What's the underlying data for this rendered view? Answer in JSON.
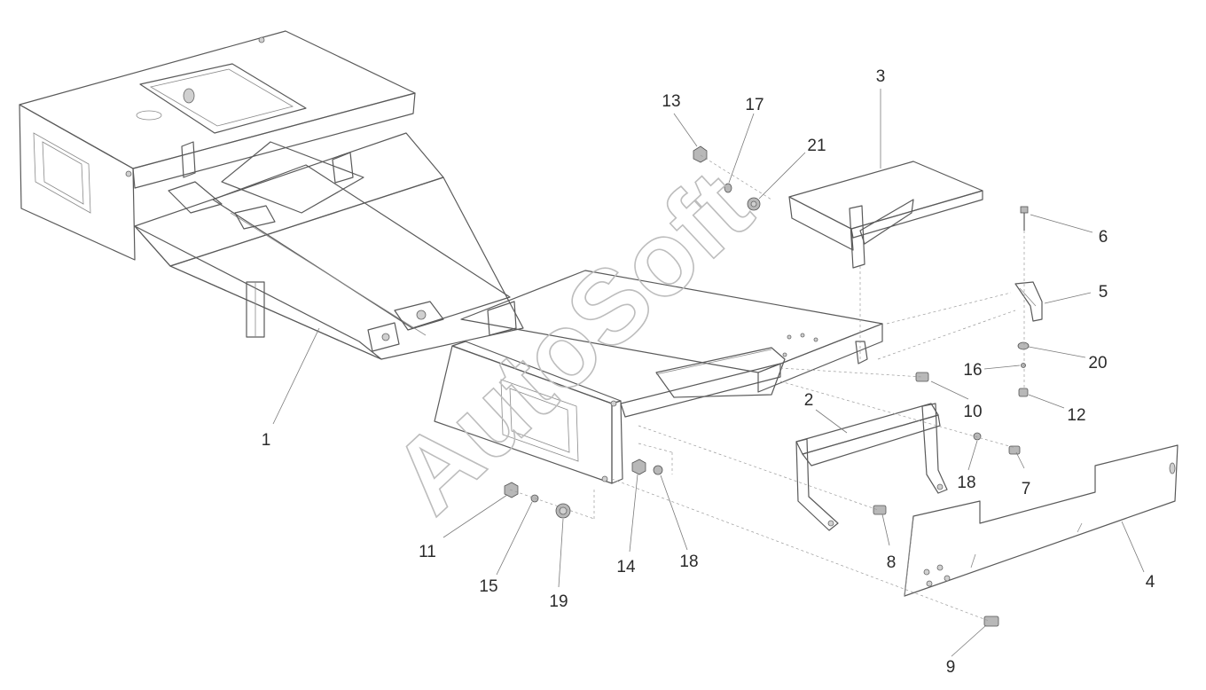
{
  "watermark": "AutoSoft",
  "callouts": [
    {
      "id": "1",
      "label": "1"
    },
    {
      "id": "2",
      "label": "2"
    },
    {
      "id": "3",
      "label": "3"
    },
    {
      "id": "4",
      "label": "4"
    },
    {
      "id": "5",
      "label": "5"
    },
    {
      "id": "6",
      "label": "6"
    },
    {
      "id": "7",
      "label": "7"
    },
    {
      "id": "8",
      "label": "8"
    },
    {
      "id": "9",
      "label": "9"
    },
    {
      "id": "10",
      "label": "10"
    },
    {
      "id": "11",
      "label": "11"
    },
    {
      "id": "12",
      "label": "12"
    },
    {
      "id": "13",
      "label": "13"
    },
    {
      "id": "14",
      "label": "14"
    },
    {
      "id": "15",
      "label": "15"
    },
    {
      "id": "16",
      "label": "16"
    },
    {
      "id": "17",
      "label": "17"
    },
    {
      "id": "18a",
      "label": "18"
    },
    {
      "id": "18b",
      "label": "18"
    },
    {
      "id": "19",
      "label": "19"
    },
    {
      "id": "20",
      "label": "20"
    },
    {
      "id": "21",
      "label": "21"
    }
  ]
}
